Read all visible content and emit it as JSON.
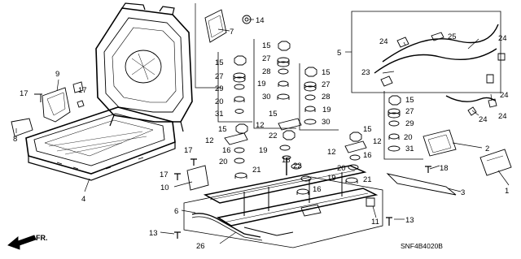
{
  "diagram_code": "SNF4B4020B",
  "direction_label": "FR.",
  "callouts": [
    {
      "id": "c1",
      "text": "1"
    },
    {
      "id": "c2",
      "text": "2"
    },
    {
      "id": "c3",
      "text": "3"
    },
    {
      "id": "c4",
      "text": "4"
    },
    {
      "id": "c5",
      "text": "5"
    },
    {
      "id": "c6",
      "text": "6"
    },
    {
      "id": "c7",
      "text": "7"
    },
    {
      "id": "c8",
      "text": "8"
    },
    {
      "id": "c9",
      "text": "9"
    },
    {
      "id": "c10",
      "text": "10"
    },
    {
      "id": "c11",
      "text": "11"
    },
    {
      "id": "c12",
      "text": "12"
    },
    {
      "id": "c13",
      "text": "13"
    },
    {
      "id": "c14",
      "text": "14"
    },
    {
      "id": "c15",
      "text": "15"
    },
    {
      "id": "c16",
      "text": "16"
    },
    {
      "id": "c17",
      "text": "17"
    },
    {
      "id": "c18",
      "text": "18"
    },
    {
      "id": "c19",
      "text": "19"
    },
    {
      "id": "c20",
      "text": "20"
    },
    {
      "id": "c21",
      "text": "21"
    },
    {
      "id": "c22",
      "text": "22"
    },
    {
      "id": "c23",
      "text": "23"
    },
    {
      "id": "c24",
      "text": "24"
    },
    {
      "id": "c25",
      "text": "25"
    },
    {
      "id": "c26",
      "text": "26"
    },
    {
      "id": "c27",
      "text": "27"
    },
    {
      "id": "c28",
      "text": "28"
    },
    {
      "id": "c29",
      "text": "29"
    },
    {
      "id": "c30",
      "text": "30"
    },
    {
      "id": "c31",
      "text": "31"
    }
  ]
}
